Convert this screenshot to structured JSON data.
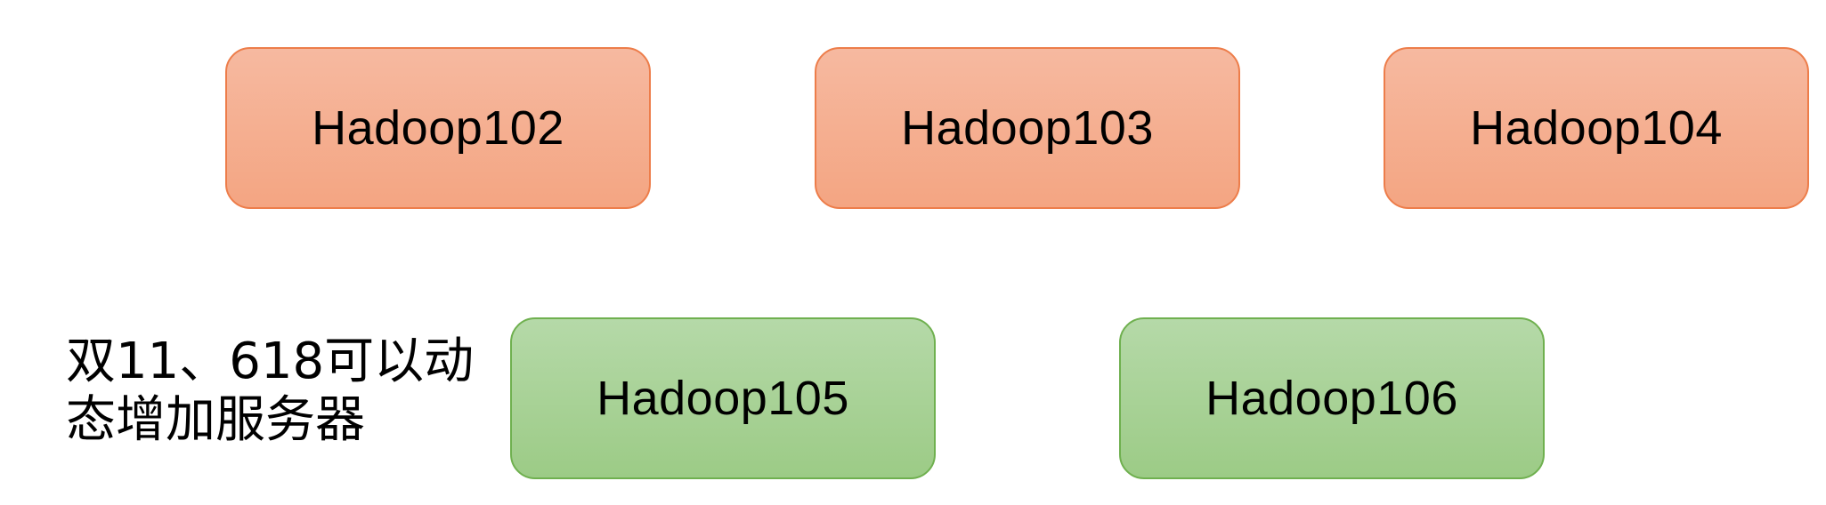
{
  "diagram": {
    "nodes_top": [
      {
        "label": "Hadoop102",
        "color": "#f4a582"
      },
      {
        "label": "Hadoop103",
        "color": "#f4a582"
      },
      {
        "label": "Hadoop104",
        "color": "#f4a582"
      }
    ],
    "nodes_bottom": [
      {
        "label": "Hadoop105",
        "color": "#9ccb86"
      },
      {
        "label": "Hadoop106",
        "color": "#9ccb86"
      }
    ],
    "note": {
      "line1": "双11、618可以动",
      "line2": "态增加服务器"
    },
    "colors": {
      "existing_fill": "#f4a582",
      "existing_border": "#ed7d4a",
      "added_fill": "#9ccb86",
      "added_border": "#6fb04f"
    }
  }
}
